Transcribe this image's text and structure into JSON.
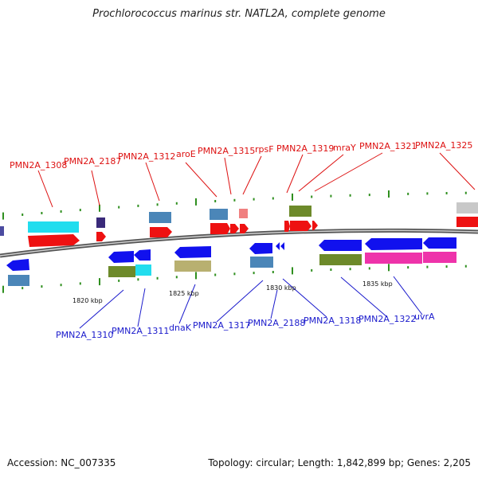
{
  "title": "Prochlorococcus marinus str. NATL2A, complete genome",
  "footer": {
    "accession": "Accession: NC_007335",
    "stats": "Topology: circular; Length: 1,842,899 bp; Genes: 2,205"
  },
  "colors": {
    "top_label": "#dd1111",
    "bottom_label": "#1a1acc",
    "red_gene": "#ee1111",
    "blue_gene": "#1111ee",
    "steel_gene": "#4b86b8",
    "olive_gene": "#6d8a2a",
    "magenta_gene": "#ee33aa",
    "cyan_gene": "#22ddee",
    "backbone": "#7a7a7a",
    "tick": "#2f8f1f"
  },
  "scale_labels": [
    "1820 kbp",
    "1825 kbp",
    "1830 kbp",
    "1835 kbp"
  ],
  "top_labels": [
    "PMN2A_1308",
    "PMN2A_2187",
    "PMN2A_1312",
    "aroE",
    "PMN2A_1315",
    "rpsF",
    "PMN2A_1319",
    "mraY",
    "PMN2A_1321",
    "PMN2A_1325"
  ],
  "bottom_labels": [
    "PMN2A_1310",
    "PMN2A_1311",
    "dnaK",
    "PMN2A_1317",
    "PMN2A_2188",
    "PMN2A_1318",
    "PMN2A_1322",
    "uvrA"
  ]
}
